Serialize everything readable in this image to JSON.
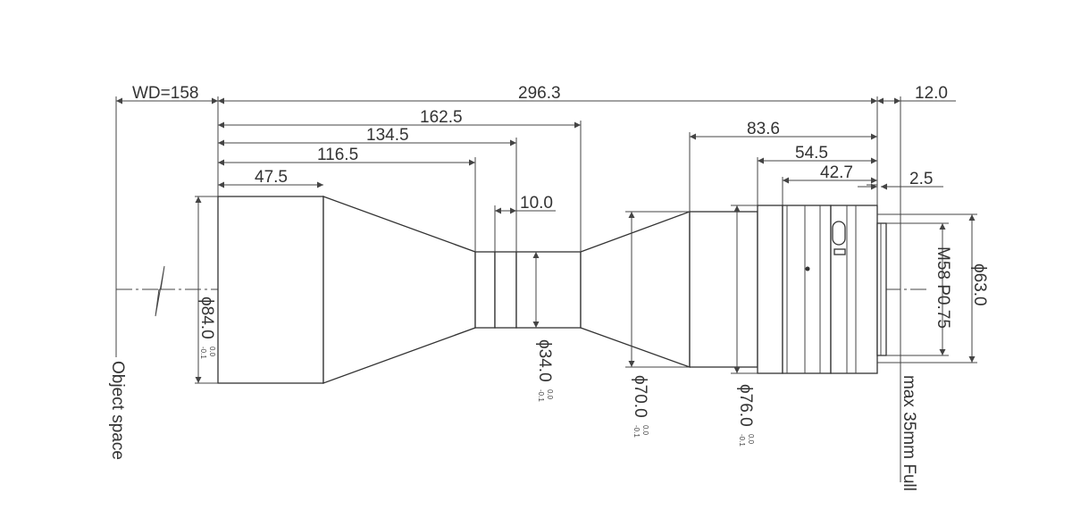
{
  "dimensions": {
    "wd": "WD=158",
    "total_length": "296.3",
    "front_to_taper_end": "162.5",
    "front_to_ring_end": "134.5",
    "front_to_ring_start": "116.5",
    "front_barrel": "47.5",
    "ring_width": "10.0",
    "rear_section": "83.6",
    "rear_mid": "54.5",
    "rear_short": "42.7",
    "flange": "12.0",
    "flange_step": "2.5"
  },
  "diameters": {
    "front": {
      "symbol": "ϕ",
      "value": "84.0",
      "tol_upper": "0.0",
      "tol_lower": "-0.1"
    },
    "neck": {
      "symbol": "ϕ",
      "value": "34.0",
      "tol_upper": "0.0",
      "tol_lower": "-0.1"
    },
    "mid": {
      "symbol": "ϕ",
      "value": "70.0",
      "tol_upper": "0.0",
      "tol_lower": "-0.1"
    },
    "rear": {
      "symbol": "ϕ",
      "value": "76.0",
      "tol_upper": "0.0",
      "tol_lower": "-0.1"
    },
    "mount_outer": "ϕ63.0"
  },
  "labels": {
    "thread": "M58 P0.75",
    "object_space": "Object space",
    "sensor": "max 35mm Full"
  }
}
